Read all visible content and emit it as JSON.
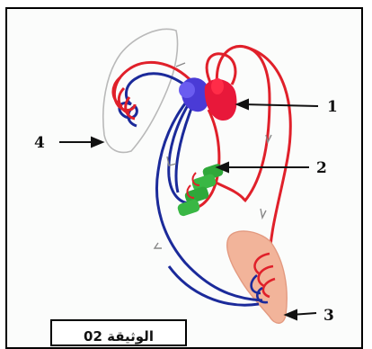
{
  "figure": {
    "labels": {
      "one": "1",
      "two": "2",
      "three": "3",
      "four": "4"
    },
    "caption": "الوثيقة 02"
  },
  "colors": {
    "oxygenated_vessel": "#e0202a",
    "deoxygenated_vessel": "#1b2a9a",
    "heart_blue": "#4a3bd6",
    "heart_red": "#e8183a",
    "gills": "#2fa83a",
    "muscle": "#f2b49a",
    "lung_outline": "#b9b9b9"
  }
}
